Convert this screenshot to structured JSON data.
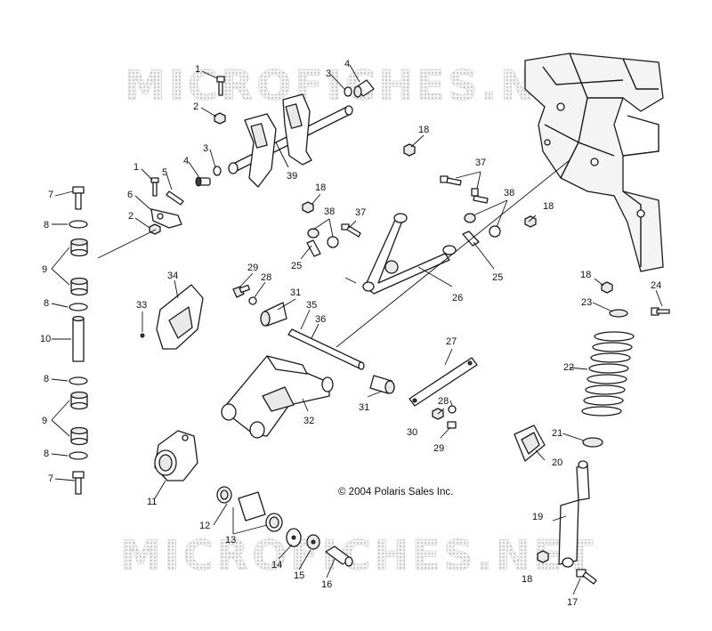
{
  "watermark": {
    "text": "MICROFICHES.NET"
  },
  "copyright": "© 2004 Polaris Sales Inc.",
  "callouts": {
    "c1a": "1",
    "c1b": "1",
    "c2a": "2",
    "c2b": "2",
    "c3a": "3",
    "c3b": "3",
    "c4a": "4",
    "c4b": "4",
    "c5": "5",
    "c6": "6",
    "c7a": "7",
    "c7b": "7",
    "c8a": "8",
    "c8b": "8",
    "c8c": "8",
    "c8d": "8",
    "c9a": "9",
    "c9b": "9",
    "c10": "10",
    "c11": "11",
    "c12": "12",
    "c13": "13",
    "c14": "14",
    "c15": "15",
    "c16": "16",
    "c17": "17",
    "c18a": "18",
    "c18b": "18",
    "c18c": "18",
    "c18d": "18",
    "c18e": "18",
    "c19": "19",
    "c20": "20",
    "c21": "21",
    "c22": "22",
    "c23": "23",
    "c24": "24",
    "c25a": "25",
    "c25b": "25",
    "c26": "26",
    "c27": "27",
    "c28a": "28",
    "c28b": "28",
    "c29a": "29",
    "c29b": "29",
    "c30": "30",
    "c31a": "31",
    "c31b": "31",
    "c32": "32",
    "c33": "33",
    "c34": "34",
    "c35": "35",
    "c36": "36",
    "c37a": "37",
    "c37b": "37",
    "c38a": "38",
    "c38b": "38",
    "c39": "39"
  }
}
